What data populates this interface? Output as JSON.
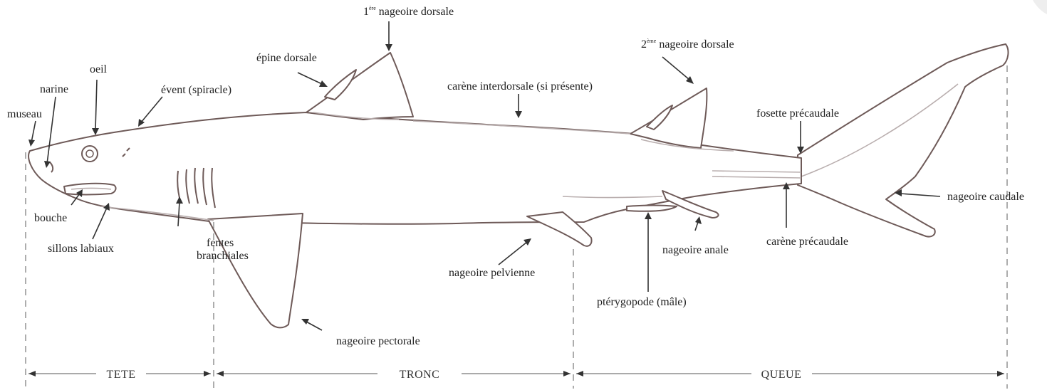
{
  "labels": {
    "dorsal1_prefix": "1",
    "dorsal1_sup": "ère",
    "dorsal1_rest": " nageoire dorsale",
    "dorsal2_prefix": "2",
    "dorsal2_sup": "ème",
    "dorsal2_rest": " nageoire dorsale",
    "epine_dorsale": "épine dorsale",
    "oeil": "oeil",
    "narine": "narine",
    "event": "évent (spiracle)",
    "museau": "museau",
    "carene_interdorsale": "carène interdorsale (si présente)",
    "fossette_precaudale": "fosette précaudale",
    "nageoire_caudale": "nageoire caudale",
    "bouche": "bouche",
    "sillons_labiaux": "sillons labiaux",
    "fentes": "fentes",
    "branchiales": "branchiales",
    "nageoire_pelvienne": "nageoire pelvienne",
    "nageoire_anale": "nageoire anale",
    "carene_precaudale": "carène précaudale",
    "pterygopode": "ptérygopode (mâle)",
    "nageoire_pectorale": "nageoire pectorale"
  },
  "sections": {
    "tete": "TETE",
    "tronc": "TRONC",
    "queue": "QUEUE"
  }
}
